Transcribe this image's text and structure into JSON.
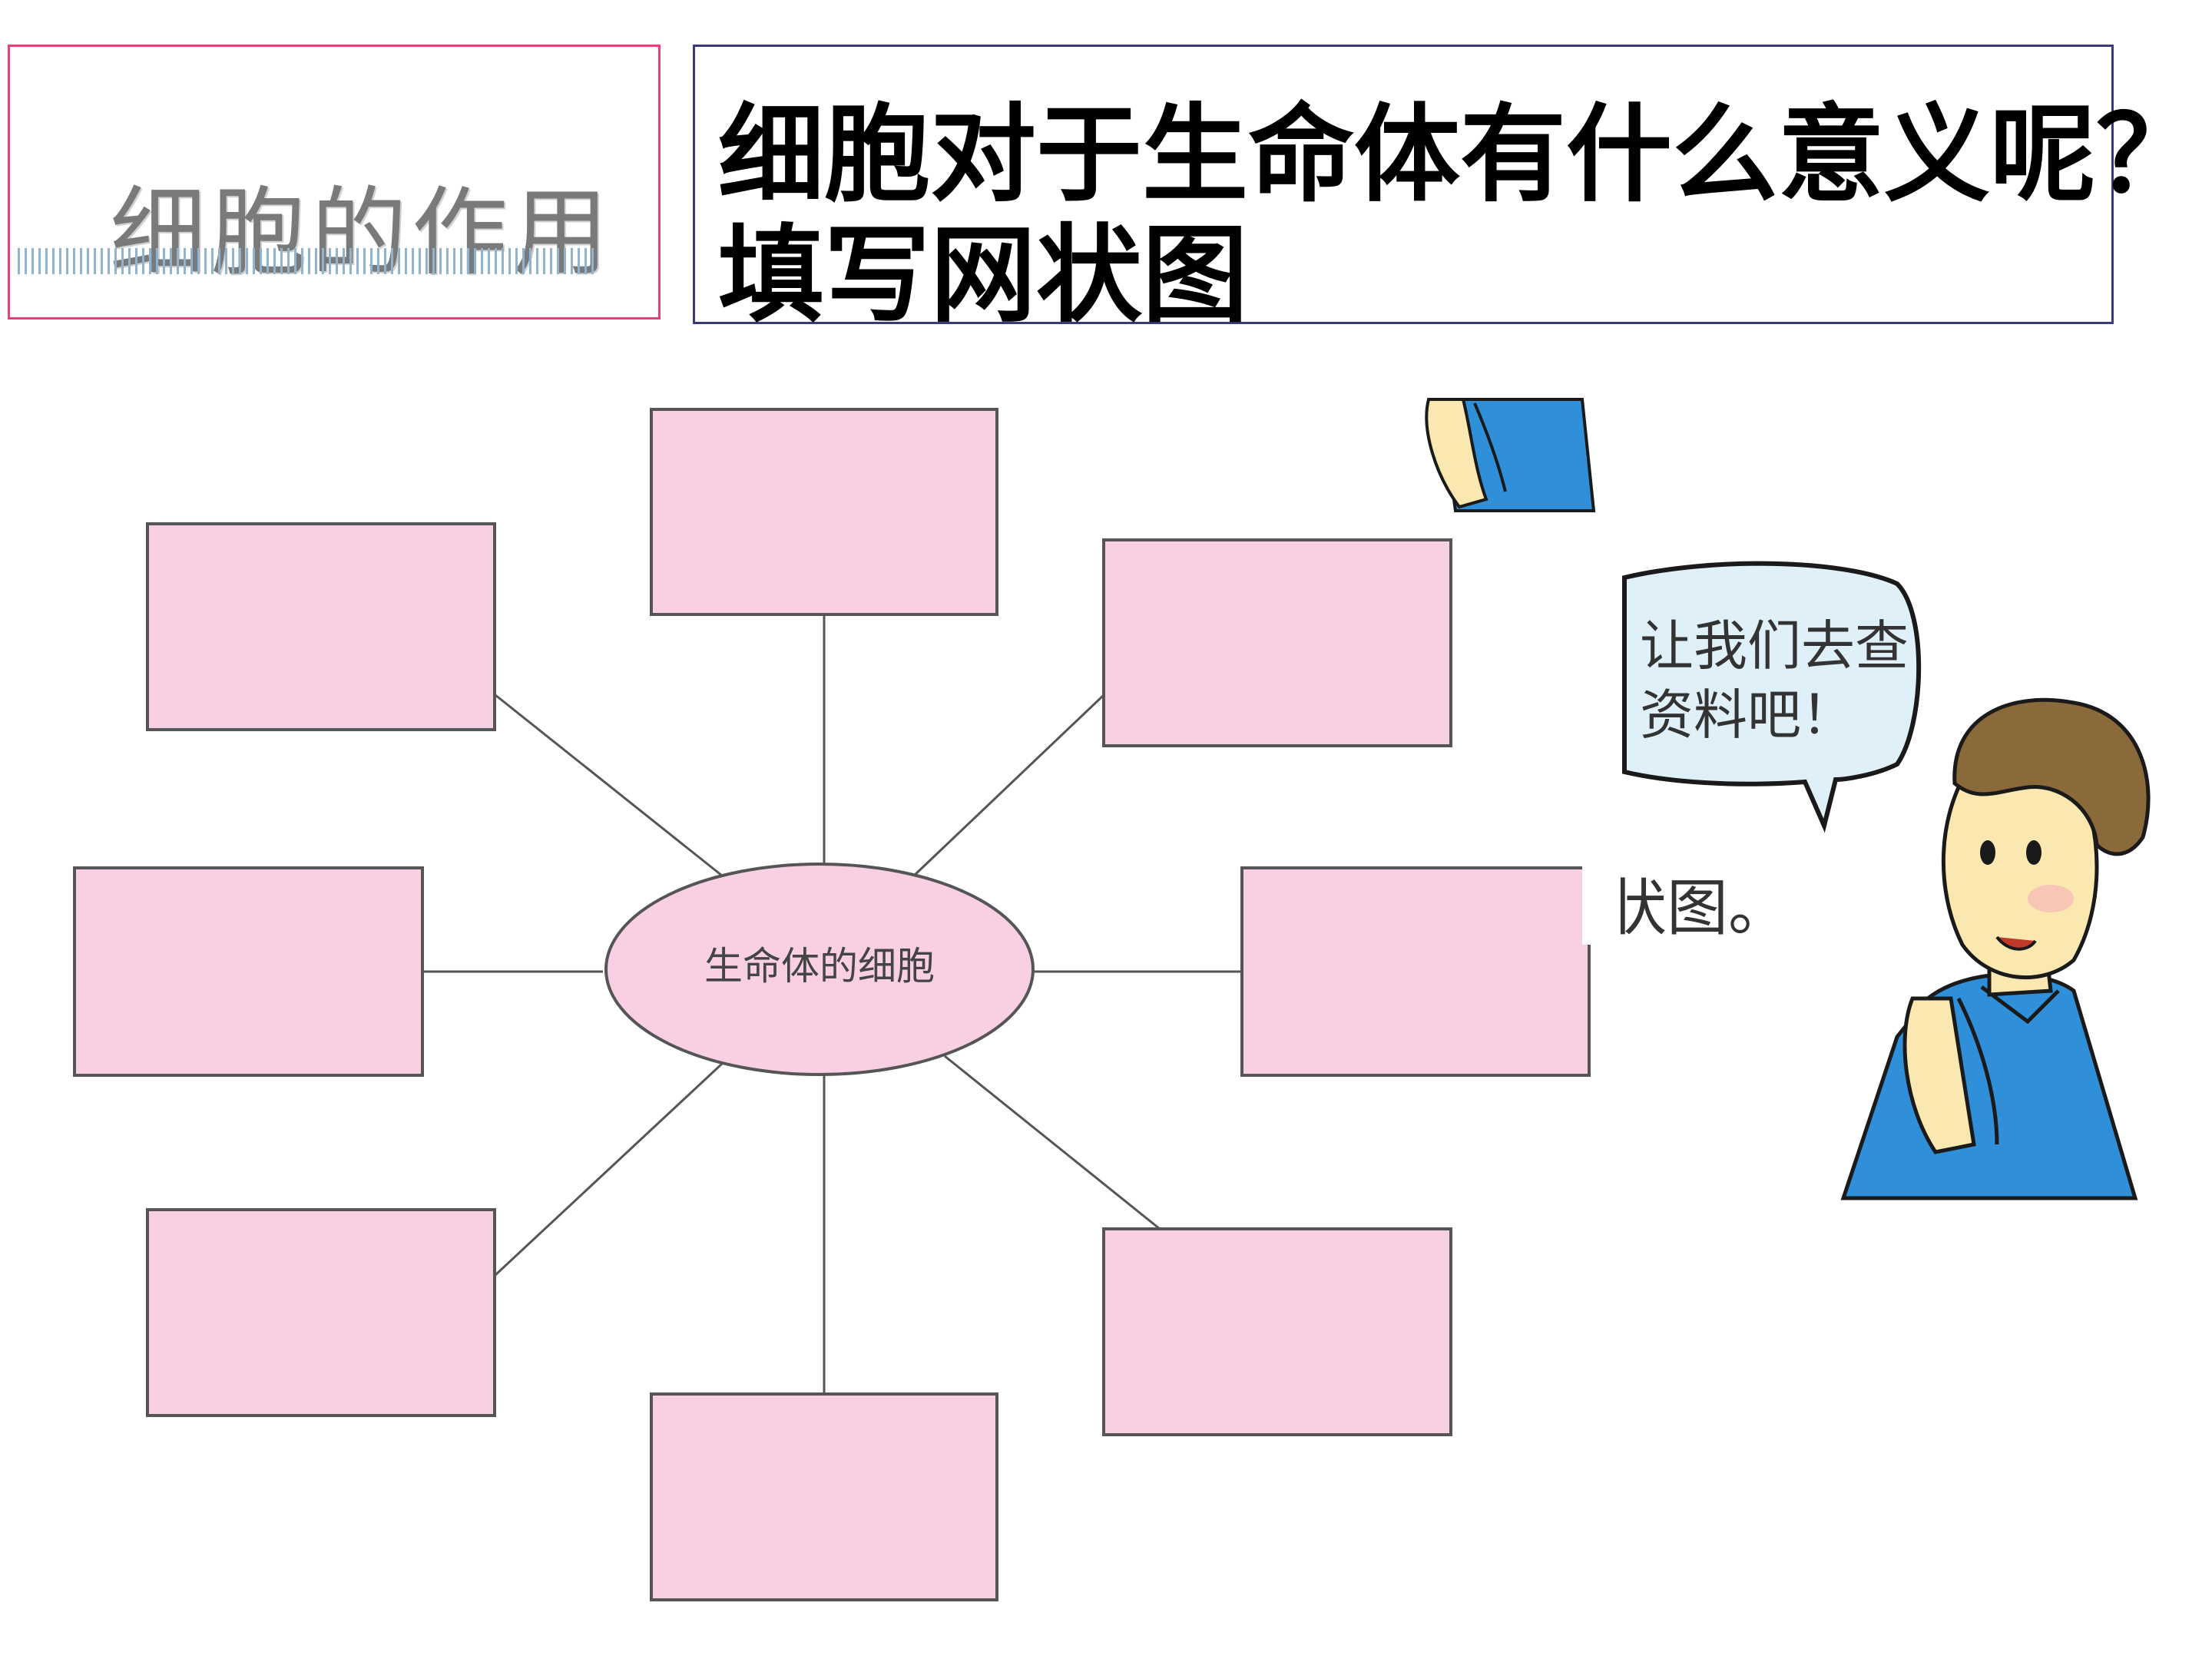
{
  "title": "细胞的作用",
  "question": {
    "line1": "细胞对于生命体有什么意义呢？",
    "line2": "填写网状图"
  },
  "diagram": {
    "center_label": "生命体的细胞",
    "box_count": 8
  },
  "illustration": {
    "speech_line1": "让我们去查",
    "speech_line2": "资料吧！",
    "partial_text": "状图。"
  },
  "colors": {
    "box_fill": "#f9d0e3",
    "box_border": "#555555",
    "ellipse_fill": "#f9d0e3",
    "connector": "#555555",
    "title_border": "#e0447a",
    "question_border": "#3a3a7a",
    "shirt": "#2f8fd8",
    "skin": "#fbe7b0",
    "hair": "#8a6a3a"
  }
}
